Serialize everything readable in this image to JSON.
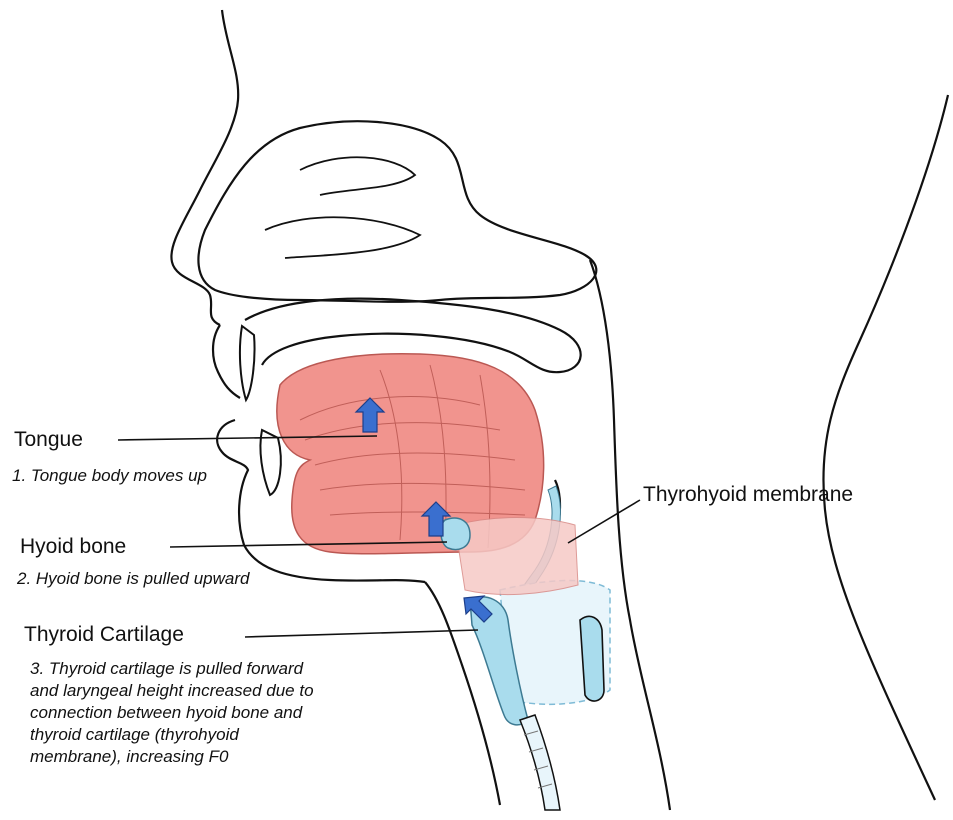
{
  "labels": {
    "tongue": "Tongue",
    "tongue_note": "1. Tongue body moves up",
    "hyoid": "Hyoid bone",
    "hyoid_note": "2. Hyoid bone is pulled upward",
    "thyroid": "Thyroid Cartilage",
    "thyroid_note_lines": [
      "3. Thyroid cartilage is pulled forward",
      "and laryngeal height increased due to",
      "connection between hyoid bone and",
      "thyroid cartilage (thyrohyoid",
      "membrane), increasing F0"
    ],
    "membrane": "Thyrohyoid membrane"
  },
  "colors": {
    "outline": "#111111",
    "tongue_fill": "#f08c85",
    "tongue_stroke": "#b54a45",
    "membrane_fill": "#f6c9c6",
    "cartilage_fill": "#a9dced",
    "larynx_fill": "#e8f5fb",
    "arrow_fill": "#3a6fcf",
    "arrow_stroke": "#1d3f8a"
  },
  "icons": [
    "arrow-up-icon",
    "arrow-up-icon",
    "arrow-diagonal-icon"
  ]
}
